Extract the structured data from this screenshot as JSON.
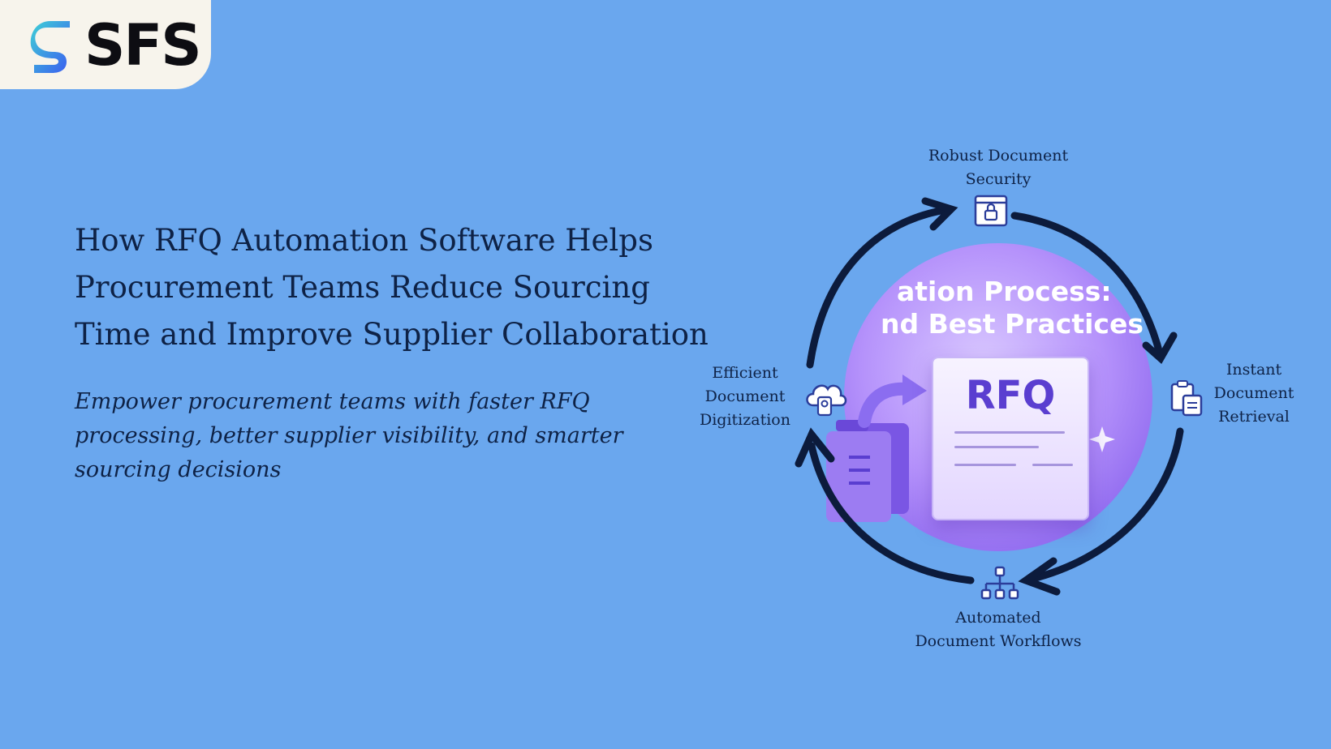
{
  "brand": {
    "logo_text": "SFS",
    "mark_colors": [
      "#3fd1d6",
      "#3b5cf0"
    ]
  },
  "hero": {
    "headline": "How RFQ Automation Software Helps Procurement Teams Reduce Sourcing Time and Improve Supplier Collaboration",
    "subheadline": "Empower procurement teams with faster RFQ processing, better supplier visibility, and smarter sourcing decisions"
  },
  "cycle": {
    "top": {
      "label_line1": "Robust Document",
      "label_line2": "Security",
      "icon": "lock-icon"
    },
    "right": {
      "label_line1": "Instant",
      "label_line2": "Document",
      "label_line3": "Retrieval",
      "icon": "clipboard-document-icon"
    },
    "bottom": {
      "label_line1": "Automated",
      "label_line2": "Document Workflows",
      "icon": "workflow-hierarchy-icon"
    },
    "left": {
      "label_line1": "Efficient",
      "label_line2": "Document",
      "label_line3": "Digitization",
      "icon": "cloud-upload-icon"
    }
  },
  "center_image": {
    "heading_line1": "ation Process:",
    "heading_line2": "nd Best Practices",
    "card_title": "RFQ"
  },
  "colors": {
    "background": "#6aa7ee",
    "text": "#0e2246",
    "arrow": "#0c1b3c",
    "accent_purple": "#5a3ed0"
  }
}
